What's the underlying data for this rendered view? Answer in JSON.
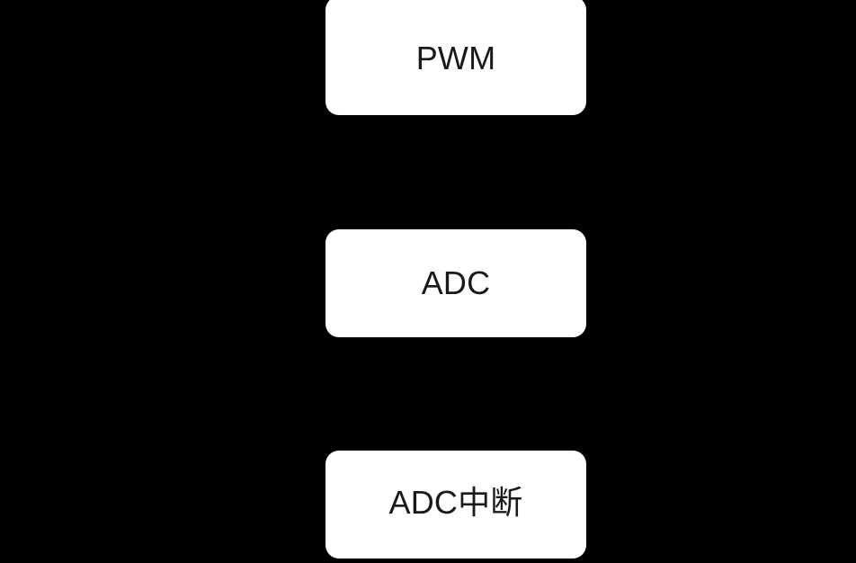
{
  "diagram": {
    "background_color": "#000000",
    "node_fill_color": "#FFFFFF",
    "node_text_color": "#1a1a1a",
    "nodes": [
      {
        "id": "pwm",
        "label": "PWM"
      },
      {
        "id": "adc",
        "label": "ADC"
      },
      {
        "id": "adc-interrupt",
        "label": "ADC中断"
      }
    ]
  }
}
